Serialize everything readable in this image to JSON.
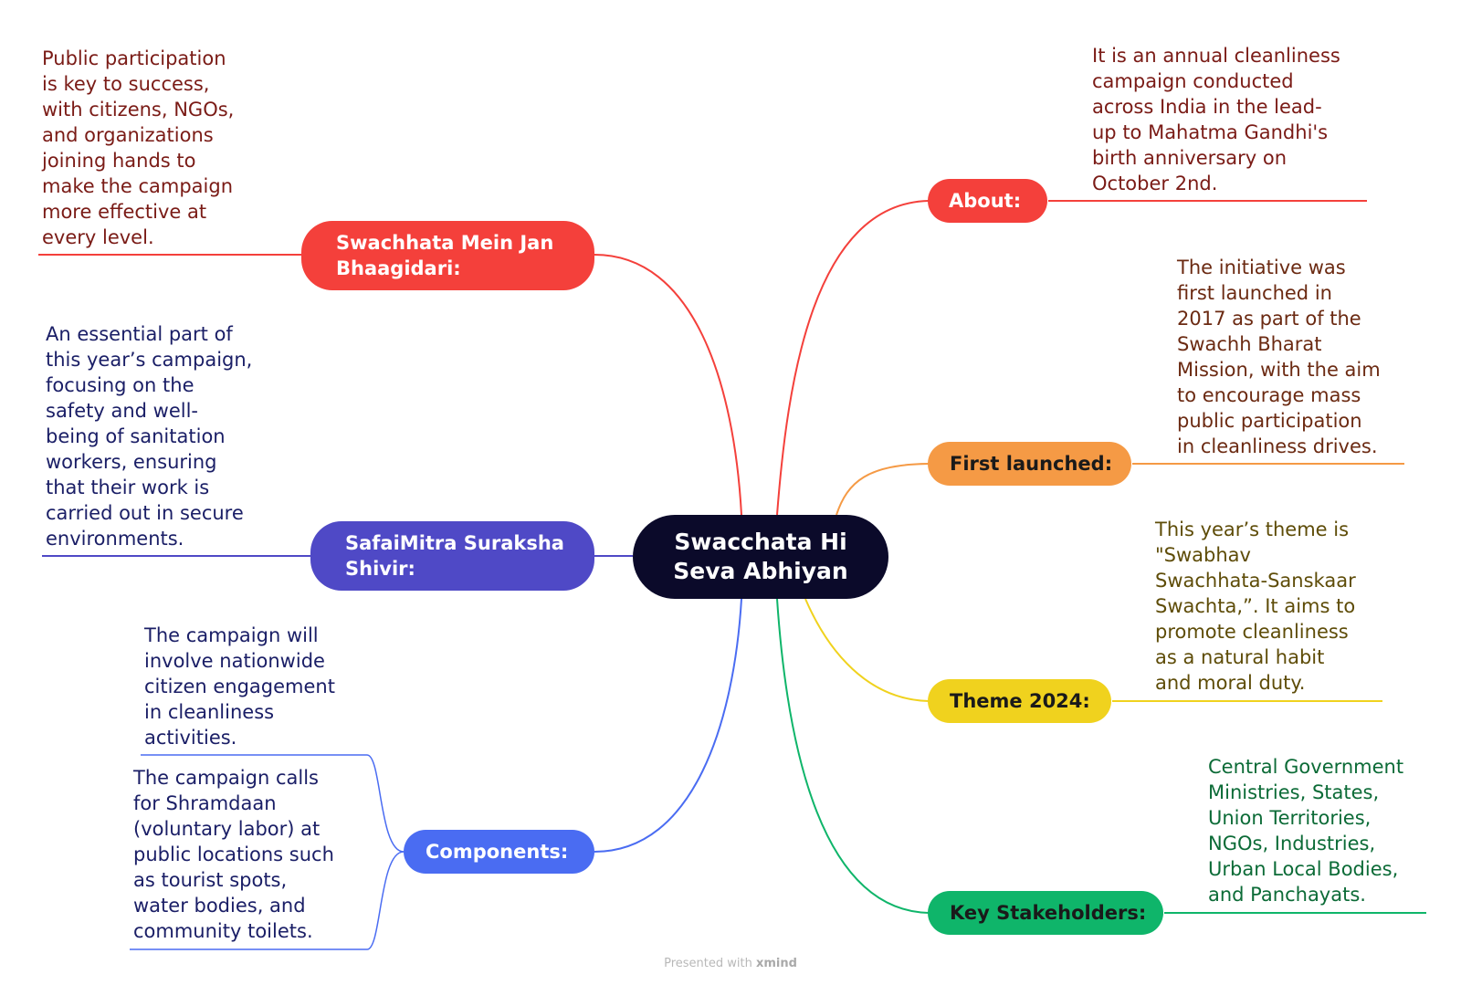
{
  "center": {
    "label": "Swacchata Hi\nSeva Abhiyan"
  },
  "topics": {
    "about": {
      "label": "About:",
      "note": "It is an annual cleanliness\ncampaign conducted\nacross India in the lead-\nup to Mahatma Gandhi's\nbirth anniversary on\nOctober 2nd.",
      "color": "#f4403b"
    },
    "first_launched": {
      "label": "First launched:",
      "note": "The initiative was\nfirst launched in\n2017 as part of the\nSwachh Bharat\nMission, with the aim\nto encourage mass\npublic participation\nin cleanliness drives.",
      "color": "#f59a45"
    },
    "theme": {
      "label": "Theme 2024:",
      "note": "This year’s theme is\n\"Swabhav\nSwachhata-Sanskaar\nSwachta,”. It aims to\npromote cleanliness\nas a natural habit\nand moral duty.",
      "color": "#f0d21e"
    },
    "stakeholders": {
      "label": "Key Stakeholders:",
      "note": "Central Government\nMinistries, States,\nUnion Territories,\nNGOs, Industries,\nUrban Local Bodies,\nand Panchayats.",
      "color": "#0fb56a"
    },
    "jan_bhaagidari": {
      "label": "Swachhata Mein Jan\nBhaagidari:",
      "note": "Public participation\nis key to success,\nwith citizens, NGOs,\nand organizations\njoining hands to\nmake the campaign\nmore effective at\nevery level.",
      "color": "#f4403b"
    },
    "safaimitra": {
      "label": "SafaiMitra Suraksha\nShivir:",
      "note": "An essential part of\nthis year’s campaign,\nfocusing on the\nsafety and well-\nbeing of sanitation\nworkers, ensuring\nthat their work is\ncarried out in secure\nenvironments.",
      "color": "#4f49c6"
    },
    "components": {
      "label": "Components:",
      "note_1": "The campaign will\ninvolve nationwide\ncitizen engagement\nin cleanliness\nactivities.",
      "note_2": "The campaign calls\nfor Shramdaan\n(voluntary labor) at\npublic locations such\nas tourist spots,\nwater bodies, and\ncommunity toilets.",
      "color": "#4a6cf2"
    }
  },
  "colors": {
    "center_bg": "#0b0a2a",
    "note_red": "#7a1b16",
    "note_orange": "#6b2a12",
    "note_olive": "#5e4c08",
    "note_green": "#0c6b37",
    "note_navy": "#1a1e66"
  },
  "watermark": {
    "prefix": "Presented with",
    "brand": "xmind"
  }
}
